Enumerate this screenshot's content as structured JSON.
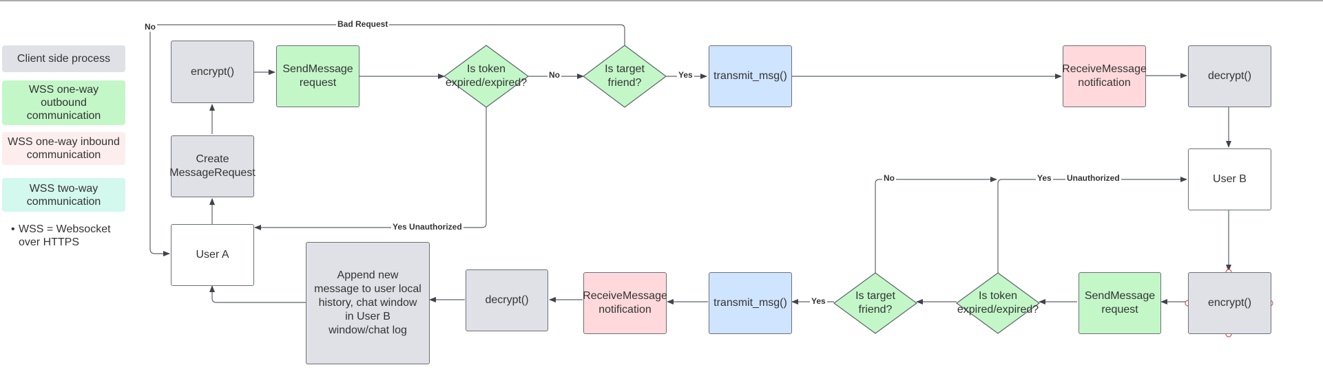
{
  "legend": {
    "client": "Client side process",
    "outbound": "WSS one-way outbound communication",
    "inbound": "WSS one-way inbound communication",
    "twoway": "WSS two-way communication",
    "note": "WSS = Websocket over HTTPS"
  },
  "nodes": {
    "encrypt_a": "encrypt()",
    "sendmsg_a": "SendMessage request",
    "token_a": "Is token expired/expired?",
    "target_a": "Is target friend?",
    "transmit_a": "transmit_msg()",
    "receive_b": "ReceiveMessage notification",
    "decrypt_b": "decrypt()",
    "create_msg": "Create MessageRequest",
    "user_a": "User A",
    "user_b": "User B",
    "append": "Append new message to user local history, chat window in User B window/chat log",
    "decrypt_a": "decrypt()",
    "receive_a": "ReceiveMessage notification",
    "transmit_b": "transmit_msg()",
    "target_b": "Is target friend?",
    "token_b": "Is token expired/expired?",
    "sendmsg_b": "SendMessage request",
    "encrypt_b": "encrypt()"
  },
  "labels": {
    "no_top": "No",
    "bad_request": "Bad Request",
    "no_mid": "No",
    "yes_mid": "Yes",
    "yes_unauth_a": "Yes Unauthorized",
    "no_right": "No",
    "yes_right": "Yes",
    "unauth_right": "Unauthorized",
    "yes_bottom": "Yes"
  },
  "colors": {
    "client": "#dfe1e6",
    "outbound": "#c3f7c8",
    "inbound": "#fdeeee",
    "twoway": "#d3f8ee",
    "transmit": "#cfe4ff",
    "receive": "#ffd9db"
  }
}
